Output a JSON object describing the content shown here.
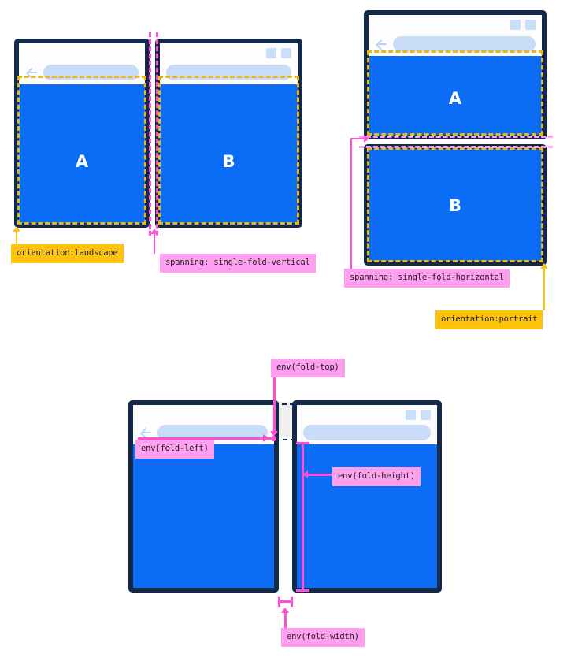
{
  "colors": {
    "viewport_blue": "#0b6cf5",
    "device_frame": "#13294b",
    "annotation_pink": "#ff9ff0",
    "annotation_pink_line": "#ff4fd8",
    "annotation_amber": "#ffc30b",
    "dashed_amber": "#e8b81a",
    "urlbar": "#c9dcf7",
    "chrome": "#fdfdfd",
    "fold_gap": "#f0efee"
  },
  "figures": {
    "landscape": {
      "name": "Landscape dual-screen device spanning single-fold-vertical",
      "panes": [
        {
          "id": "A",
          "label": "A"
        },
        {
          "id": "B",
          "label": "B"
        }
      ],
      "annotations": [
        {
          "id": "orientation-landscape",
          "text": "orientation:landscape",
          "style": "amber"
        },
        {
          "id": "spanning-single-fold-vertical",
          "text": "spanning: single-fold-vertical",
          "style": "pink"
        }
      ],
      "browser": {
        "back_icon": "back-arrow-icon",
        "urlbar_value": "",
        "urlbar_placeholder": "",
        "window_controls": [
          "minimize-square",
          "maximize-square"
        ]
      }
    },
    "portrait": {
      "name": "Portrait dual-screen device spanning single-fold-horizontal",
      "panes": [
        {
          "id": "A",
          "label": "A"
        },
        {
          "id": "B",
          "label": "B"
        }
      ],
      "annotations": [
        {
          "id": "spanning-single-fold-horizontal",
          "text": "spanning: single-fold-horizontal",
          "style": "pink"
        },
        {
          "id": "orientation-portrait",
          "text": "orientation:portrait",
          "style": "amber"
        }
      ],
      "browser": {
        "back_icon": "back-arrow-icon",
        "urlbar_value": "",
        "urlbar_placeholder": "",
        "window_controls": [
          "minimize-square",
          "maximize-square"
        ]
      }
    },
    "env_vars": {
      "name": "Fold environment variables on a two-screen device",
      "annotations": [
        {
          "id": "env-fold-top",
          "text": "env(fold-top)",
          "style": "pink"
        },
        {
          "id": "env-fold-left",
          "text": "env(fold-left)",
          "style": "pink"
        },
        {
          "id": "env-fold-height",
          "text": "env(fold-height)",
          "style": "pink"
        },
        {
          "id": "env-fold-width",
          "text": "env(fold-width)",
          "style": "pink"
        }
      ],
      "browser": {
        "back_icon": "back-arrow-icon",
        "urlbar_value": "",
        "urlbar_placeholder": "",
        "window_controls": [
          "minimize-square",
          "maximize-square"
        ]
      }
    }
  }
}
